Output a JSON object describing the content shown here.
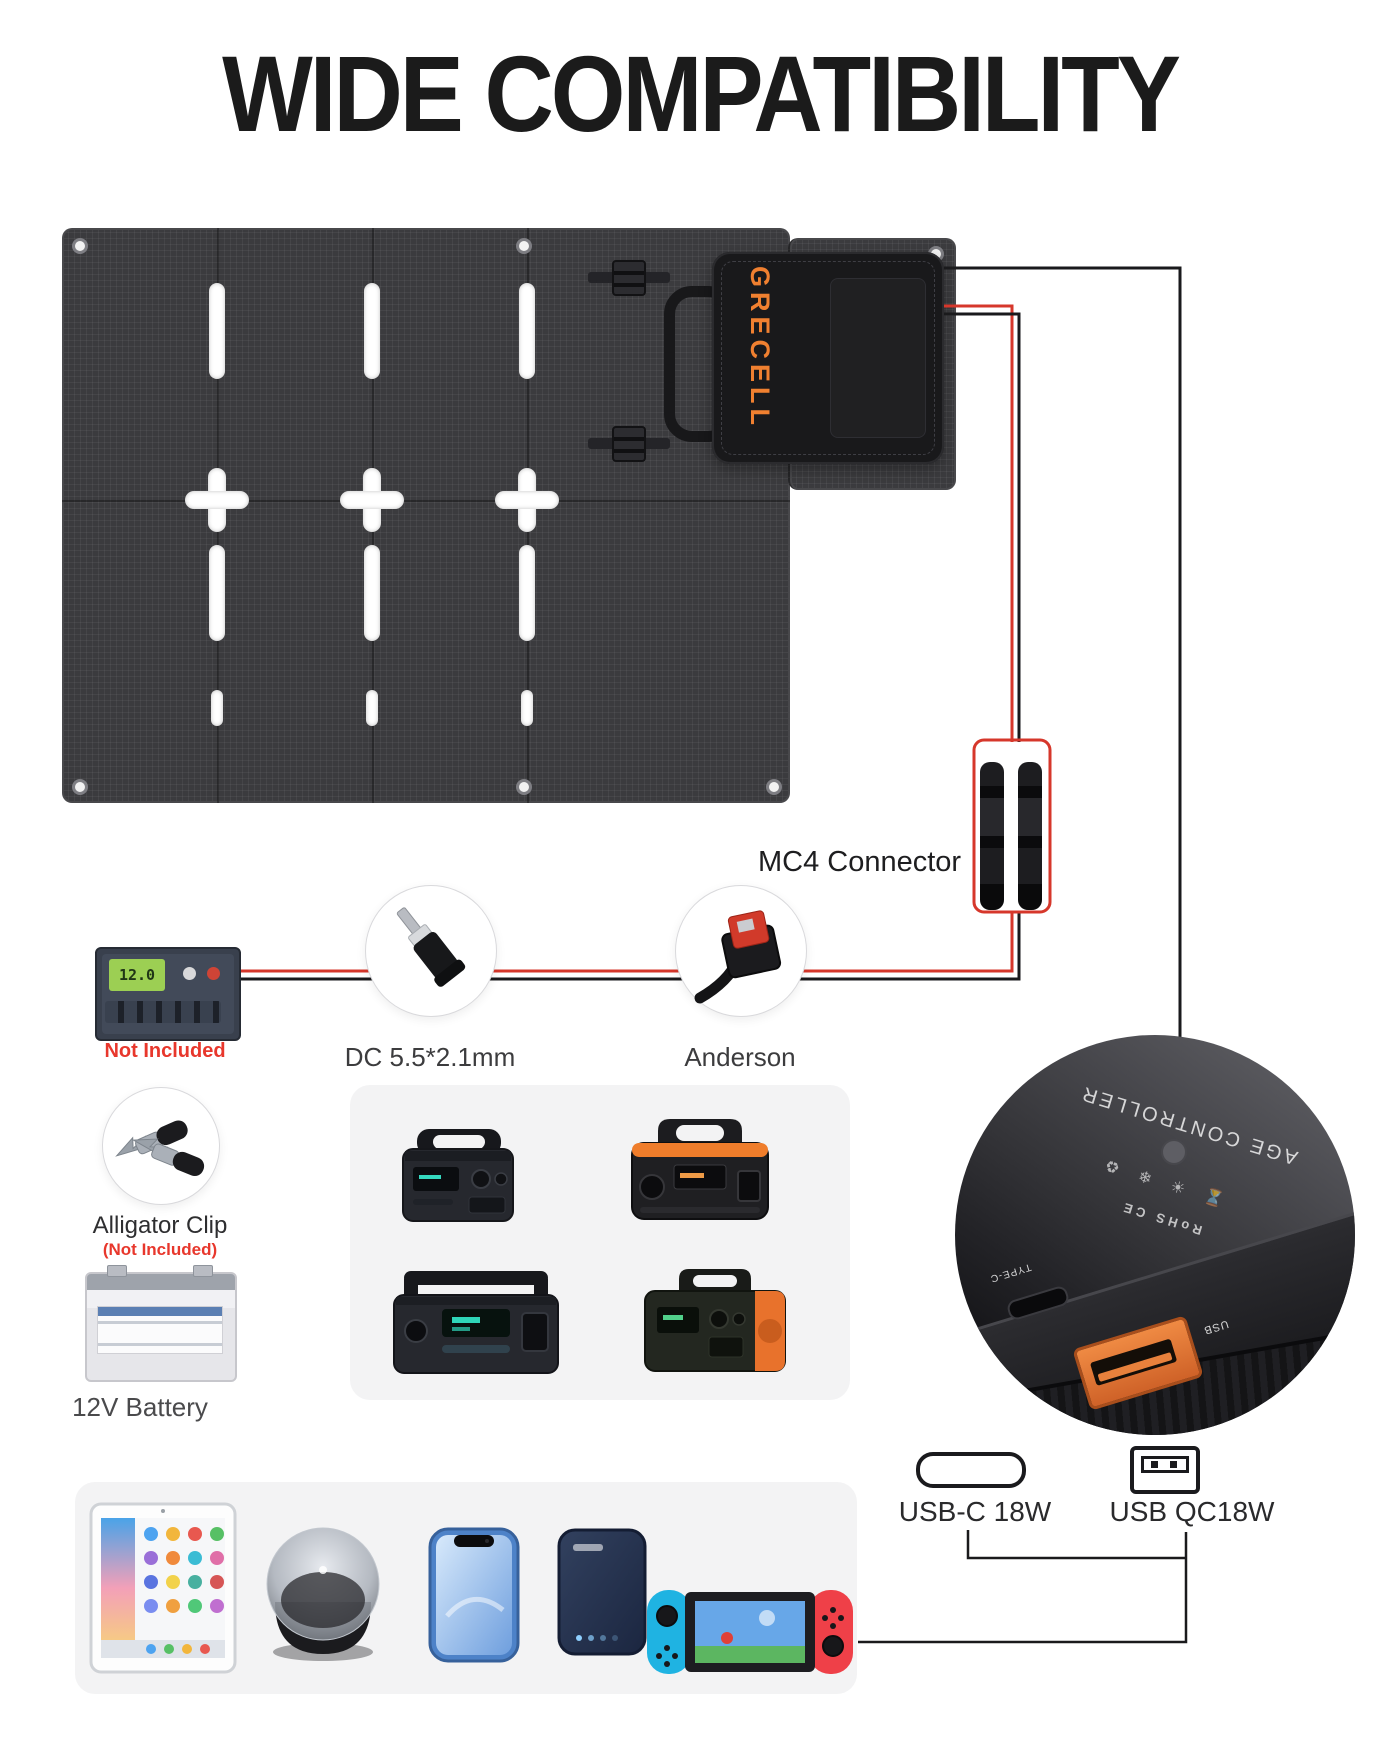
{
  "title": "WIDE COMPATIBILITY",
  "panel": {
    "brand_logo": "GRECELL"
  },
  "diagram": {
    "mc4_label": "MC4 Connector",
    "dc_label": "DC 5.5*2.1mm",
    "anderson_label": "Anderson",
    "controller_note": "Not Included",
    "controller_screen": "12.0",
    "alligator_label": "Alligator Clip",
    "alligator_note": "(Not Included)",
    "battery_label": "12V Battery"
  },
  "ports": {
    "usb_c_label": "USB-C 18W",
    "usb_a_label": "USB QC18W"
  },
  "zoom": {
    "device_text": "AGE CONTROLLER",
    "icon_glyphs": "⌛ ☀ ❄ ♻",
    "cert_text": "RoHS CE",
    "type_c_label": "TYPE-C",
    "usb_label": "USB"
  },
  "devices": {
    "power_station_icons": [
      "power-station-1",
      "power-station-2",
      "power-station-3",
      "power-station-4"
    ],
    "compatible_icons": [
      "tablet",
      "bluetooth-speaker",
      "smartphone",
      "power-bank",
      "game-console"
    ]
  },
  "colors": {
    "accent_orange": "#f08030",
    "wire_red": "#d6372b",
    "note_red": "#e8372c",
    "panel_gray": "#3b3b3e",
    "box_gray": "#f3f3f4",
    "title_black": "#1b1b1b"
  }
}
